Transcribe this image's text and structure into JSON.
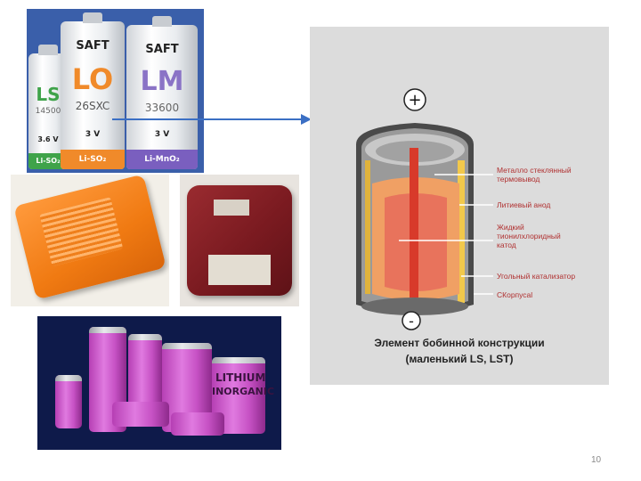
{
  "photo_saft": {
    "cell_small": {
      "brand": "",
      "model": "LS",
      "number": "14500",
      "voltage": "3.6 V",
      "band": "Li-SO₂"
    },
    "cell_lo": {
      "brand": "SAFT",
      "model": "LO",
      "number": "26SXC",
      "voltage": "3 V",
      "band": "Li-SO₂"
    },
    "cell_lm": {
      "brand": "SAFT",
      "model": "LM",
      "number": "33600",
      "voltage": "3 V",
      "band": "Li-MnO₂"
    }
  },
  "photo_tadiran": {
    "label1": "LITHIUM",
    "label2": "INORGANIC"
  },
  "diagram": {
    "plus": "+",
    "minus": "-",
    "labels": {
      "terminal": "Металло стеклянный\nтермовывод",
      "anode": "Литиевый анод",
      "cathode": "Жидкий\nтионилхлоридный\nкатод",
      "catalyst": "Угольный катализатор",
      "case": "СКорпусаl"
    },
    "caption_line1": "Элемент бобинной  конструкции",
    "caption_line2": "(маленький LS, LST)"
  },
  "page_number": "10",
  "colors": {
    "arrow": "#3b6fc4",
    "diagram_bg": "#dcdcdc",
    "label_red": "#b03030",
    "leader": "#ffffff"
  }
}
